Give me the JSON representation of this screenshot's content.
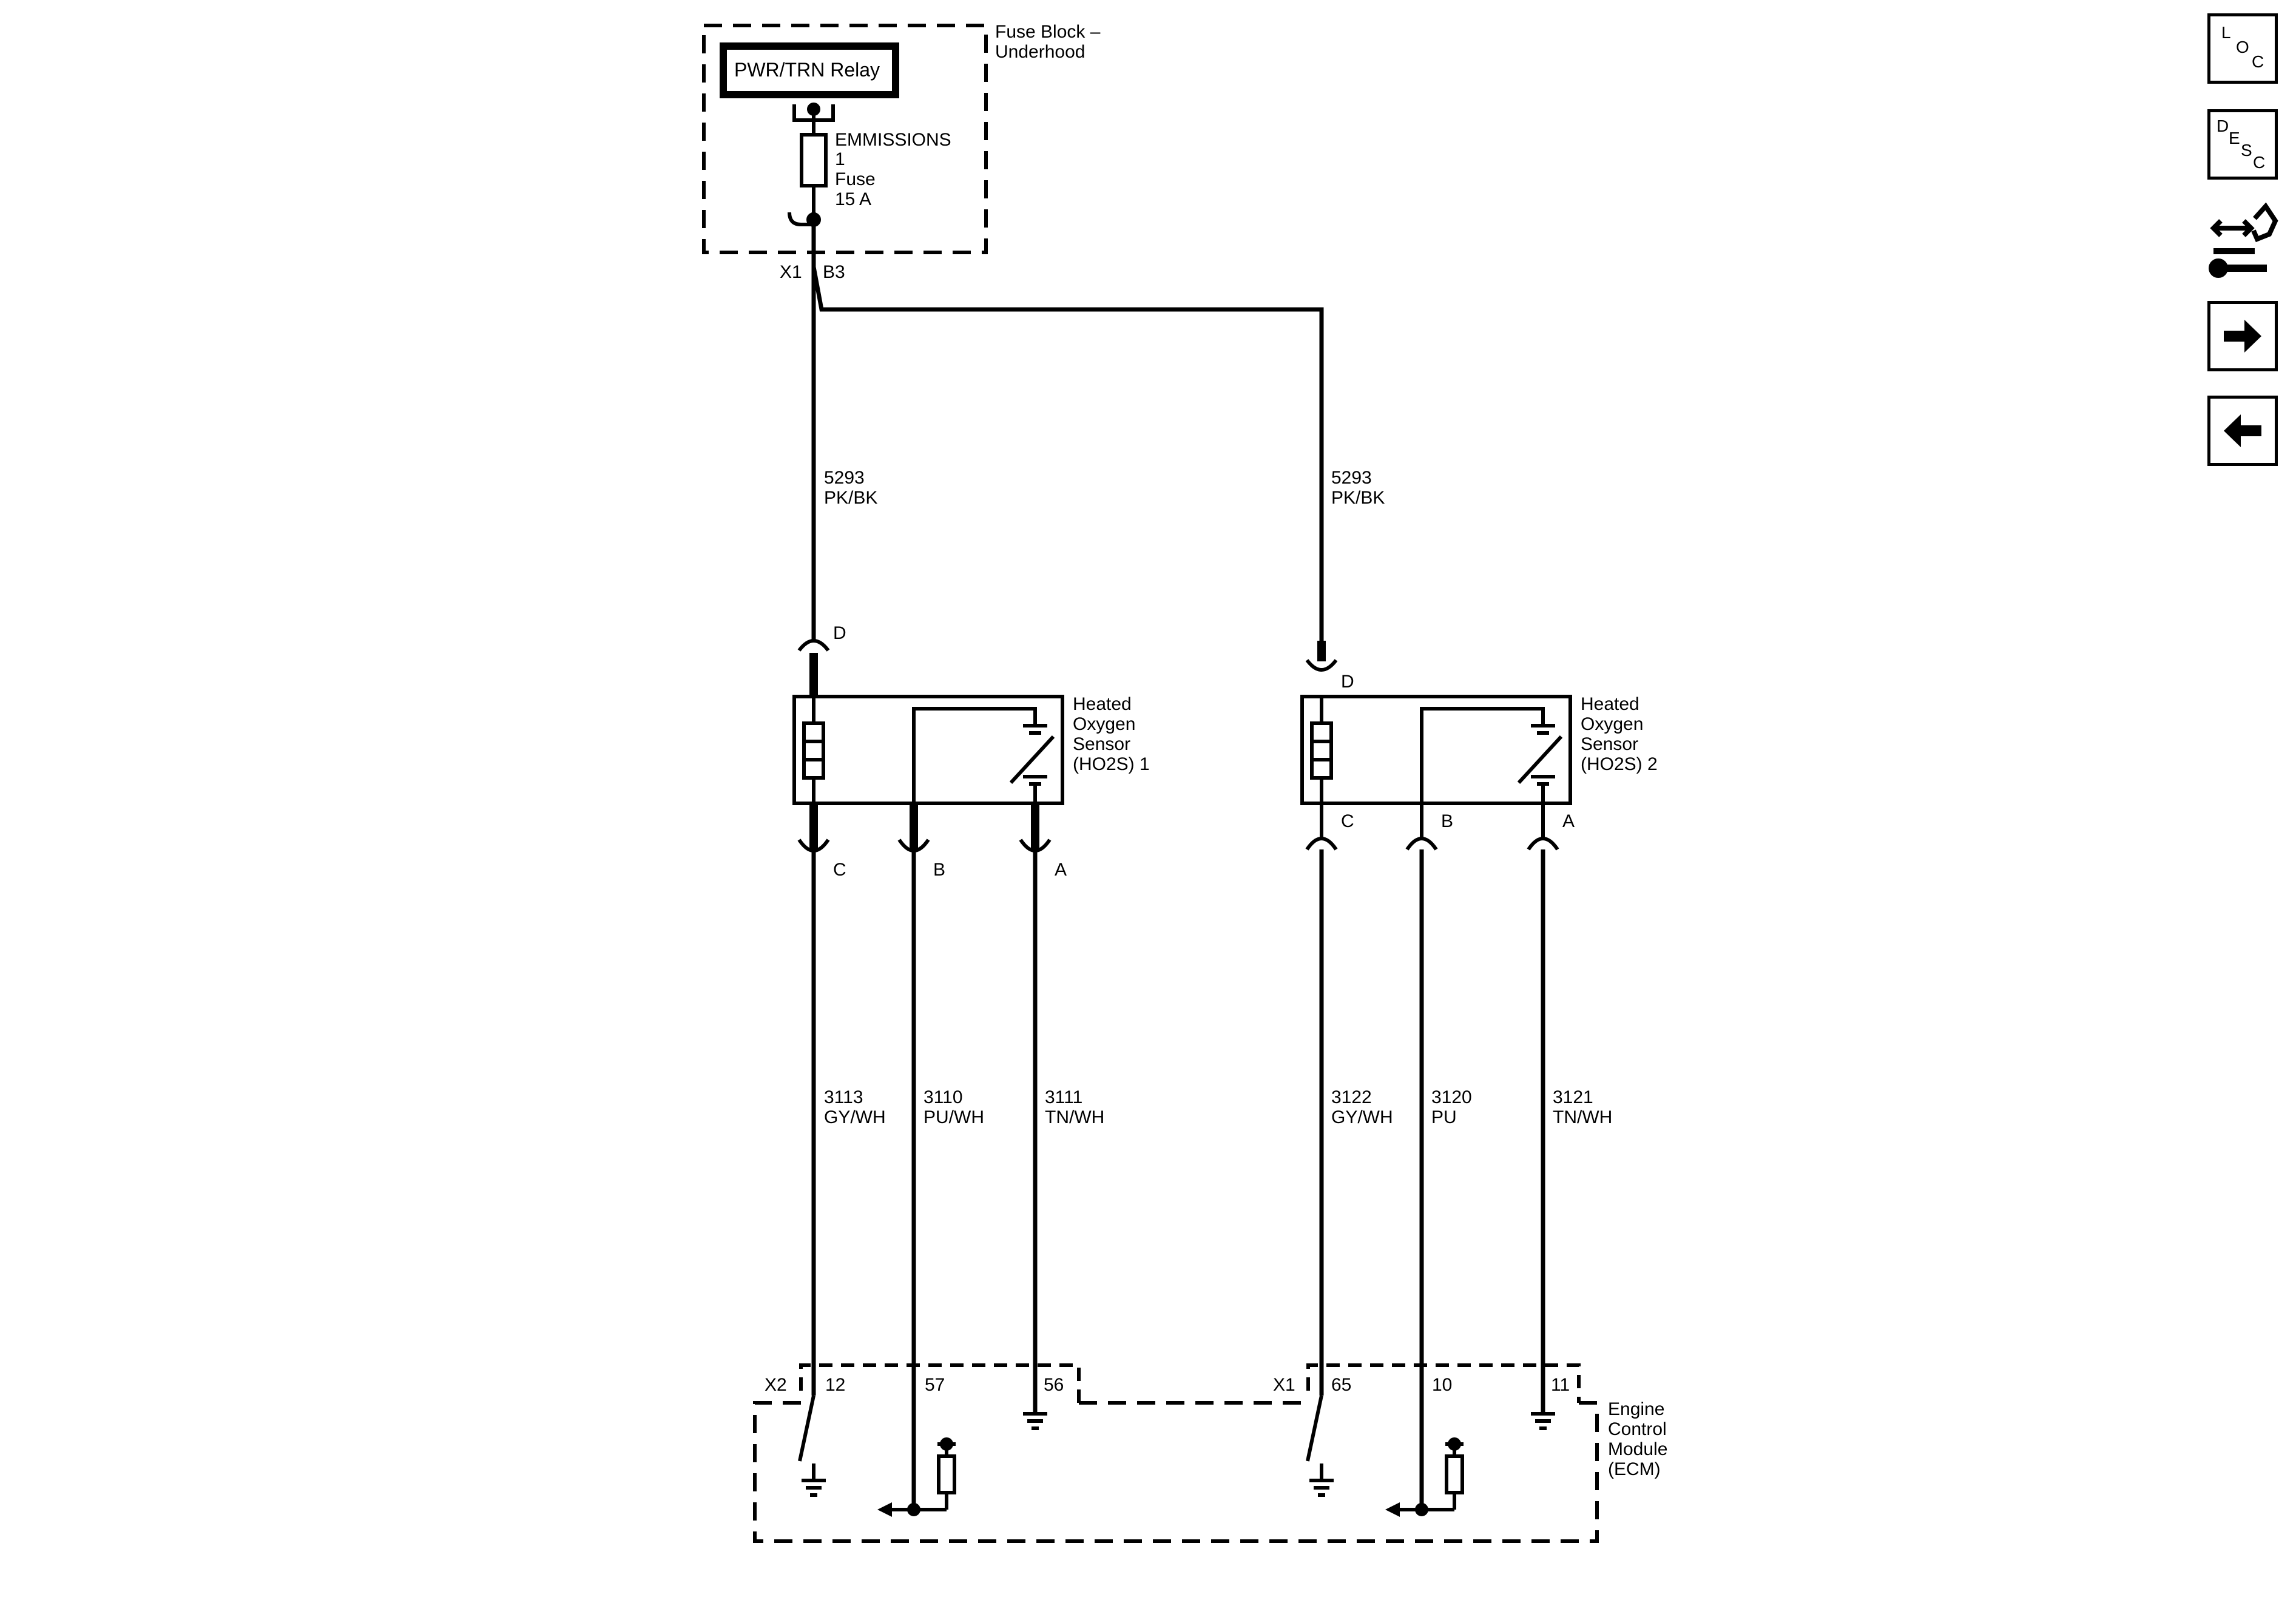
{
  "fuse_block": {
    "title_line1": "Fuse Block –",
    "title_line2": "Underhood",
    "relay_label": "PWR/TRN Relay",
    "fuse_name": "EMMISSIONS",
    "fuse_number": "1",
    "fuse_word": "Fuse",
    "fuse_rating": "15 A",
    "connector": "X1",
    "pin": "B3"
  },
  "feed_circuits": [
    {
      "circuit": "5293",
      "color": "PK/BK"
    },
    {
      "circuit": "5293",
      "color": "PK/BK"
    }
  ],
  "sensors": [
    {
      "line1": "Heated",
      "line2": "Oxygen",
      "line3": "Sensor",
      "line4": "(HO2S) 1",
      "pin_d": "D",
      "pin_c": "C",
      "pin_b": "B",
      "pin_a": "A"
    },
    {
      "line1": "Heated",
      "line2": "Oxygen",
      "line3": "Sensor",
      "line4": "(HO2S) 2",
      "pin_d": "D",
      "pin_c": "C",
      "pin_b": "B",
      "pin_a": "A"
    }
  ],
  "signal_circuits": [
    {
      "circuit": "3113",
      "color": "GY/WH"
    },
    {
      "circuit": "3110",
      "color": "PU/WH"
    },
    {
      "circuit": "3111",
      "color": "TN/WH"
    },
    {
      "circuit": "3122",
      "color": "GY/WH"
    },
    {
      "circuit": "3120",
      "color": "PU"
    },
    {
      "circuit": "3121",
      "color": "TN/WH"
    }
  ],
  "ecm": {
    "line1": "Engine",
    "line2": "Control",
    "line3": "Module",
    "line4": "(ECM)",
    "connector_left": "X2",
    "connector_right": "X1",
    "pins": [
      "12",
      "57",
      "56",
      "65",
      "10",
      "11"
    ]
  },
  "nav": {
    "loc_letters": [
      "L",
      "O",
      "C"
    ],
    "desc_letters": [
      "D",
      "E",
      "S",
      "C"
    ],
    "icons": [
      "connector-info-icon",
      "next-arrow-icon",
      "previous-arrow-icon"
    ]
  }
}
